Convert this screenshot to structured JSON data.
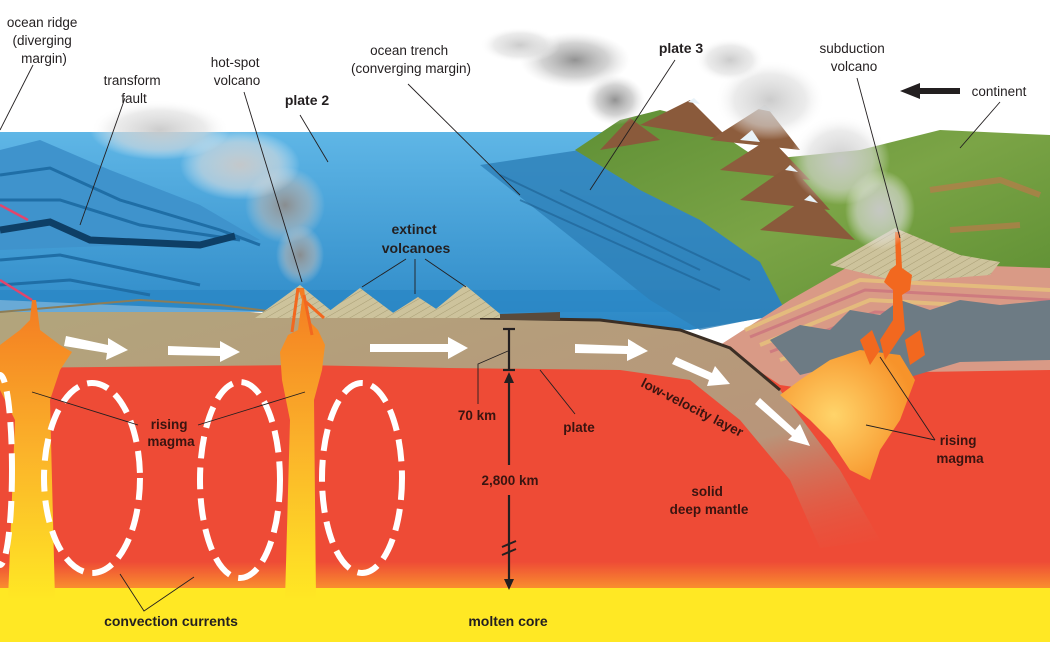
{
  "colors": {
    "ocean": "#2f8fcf",
    "ocean_light": "#6cc0ea",
    "plate": "#b2a57c",
    "mantle": "#ee4b36",
    "core": "#ffe824",
    "magma": "#f26b21",
    "land": "#6d9a3a",
    "cloud": "#9a9a9a",
    "label": "#231f20"
  },
  "labels": {
    "ocean_ridge": [
      "ocean ridge",
      "(diverging",
      "margin)"
    ],
    "transform_fault": [
      "transform",
      "fault"
    ],
    "hot_spot_volcano": [
      "hot-spot",
      "volcano"
    ],
    "plate_2": "plate 2",
    "ocean_trench": [
      "ocean trench",
      "(converging margin)"
    ],
    "plate_3": "plate 3",
    "subduction_volcano": [
      "subduction",
      "volcano"
    ],
    "continent": "continent",
    "extinct_volcanoes": [
      "extinct",
      "volcanoes"
    ],
    "rising_magma_left": [
      "rising",
      "magma"
    ],
    "thickness_70": "70 km",
    "plate": "plate",
    "low_velocity_layer": "low-velocity layer",
    "depth_2800": "2,800 km",
    "solid_deep_mantle": [
      "solid",
      "deep mantle"
    ],
    "rising_magma_right": [
      "rising",
      "magma"
    ],
    "convection_currents": "convection currents",
    "molten_core": "molten core"
  },
  "icons": {
    "continent_motion": "left-arrow-icon",
    "plate_flow": "right-arrow-icon",
    "convection": "dashed-loop-arrow-icon",
    "depth_scale": "double-headed-arrow-icon"
  }
}
